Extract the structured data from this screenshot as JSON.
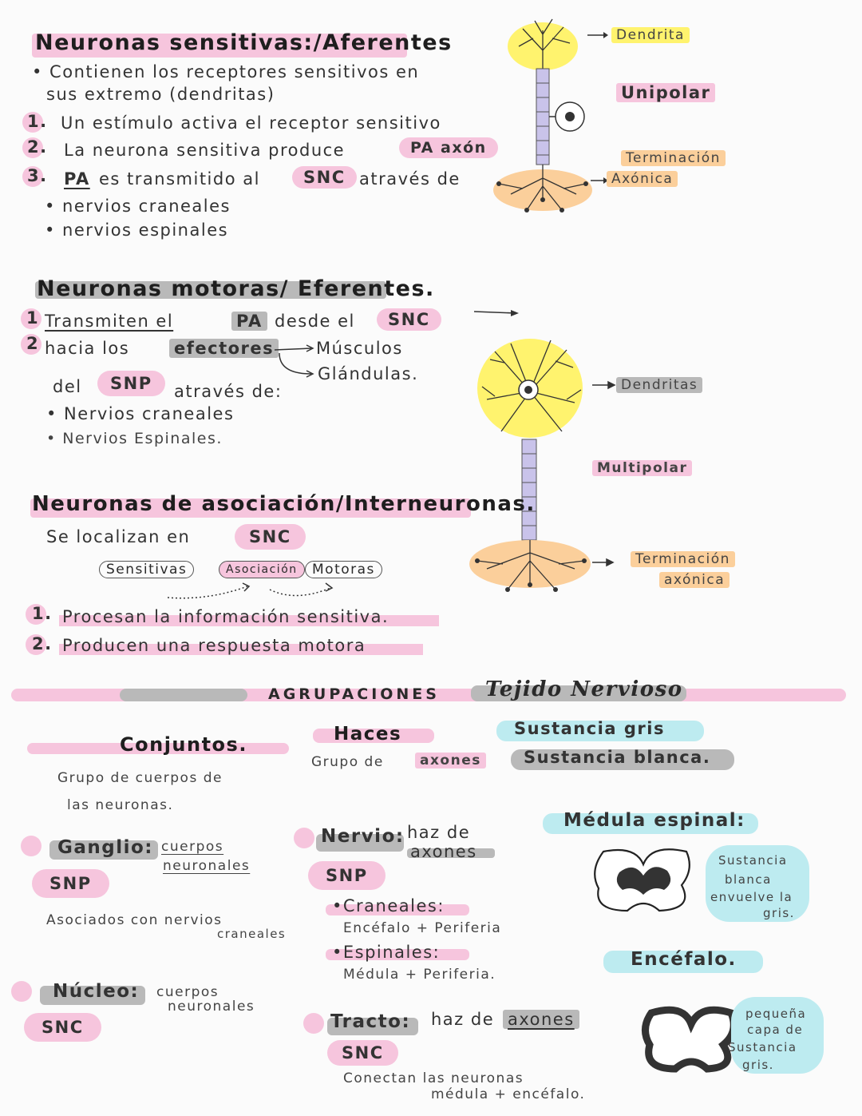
{
  "sensitivas": {
    "title": "Neuronas sensitivas:/Aferentes",
    "intro1": "• Contienen los receptores sensitivos en",
    "intro2": "sus extremo (dendritas)",
    "s1_num": "1.",
    "s1": "Un estímulo activa el receptor sensitivo",
    "s2_num": "2.",
    "s2": "La neurona sensitiva produce",
    "s2_hl": "PA axón",
    "s3_num": "3.",
    "s3_a": "PA",
    "s3_b": "es transmitido al",
    "s3_c": "SNC",
    "s3_d": "através de",
    "bullet1": "• nervios craneales",
    "bullet2": "• nervios espinales"
  },
  "unipolar_diagram": {
    "dendrita": "Dendrita",
    "type": "Unipolar",
    "term1": "Terminación",
    "term2": "Axónica"
  },
  "motoras": {
    "title": "Neuronas motoras/ Eferentes.",
    "l1_num": "1",
    "l1_a": "Transmiten el",
    "l1_b": "PA",
    "l1_c": "desde el",
    "l1_d": "SNC",
    "l2_num": "2",
    "l2_a": "hacia los",
    "l2_b": "efectores",
    "target1": "Músculos",
    "target2": "Glándulas.",
    "del": "del",
    "snp": "SNP",
    "atraves": "através de:",
    "bullet1": "• Nervios craneales",
    "bullet2": "• Nervios Espinales."
  },
  "multipolar_diagram": {
    "dendritas": "Dendritas",
    "type": "Multipolar",
    "term1": "Terminación",
    "term2": "axónica"
  },
  "asociacion": {
    "title": "Neuronas de asociación/Interneuronas.",
    "loc_a": "Se localizan en",
    "loc_b": "SNC",
    "oval1": "Sensitivas",
    "oval2": "Asociación",
    "oval3": "Motoras",
    "p1_num": "1.",
    "p1": "Procesan la información sensitiva.",
    "p2_num": "2.",
    "p2": "Producen una respuesta motora"
  },
  "agrupaciones": {
    "title_a": "AGRUPACIONES",
    "title_b": "Tejido Nervioso",
    "conjuntos": "Conjuntos.",
    "conjuntos_desc1": "Grupo de cuerpos de",
    "conjuntos_desc2": "las neuronas.",
    "haces": "Haces",
    "haces_desc_a": "Grupo de",
    "haces_desc_b": "axones",
    "sust_gris": "Sustancia gris",
    "sust_blanca": "Sustancia blanca.",
    "ganglio": "Ganglio:",
    "ganglio_desc1": "cuerpos",
    "ganglio_desc2": "neuronales",
    "ganglio_badge": "SNP",
    "ganglio_note1": "Asociados con nervios",
    "ganglio_note2": "craneales",
    "nucleo": "Núcleo:",
    "nucleo_desc1": "cuerpos",
    "nucleo_desc2": "neuronales",
    "nucleo_badge": "SNC",
    "nervio": "Nervio:",
    "nervio_desc1": "haz de",
    "nervio_desc2": "axones",
    "nervio_badge": "SNP",
    "craneales": "•Craneales:",
    "craneales_desc": "Encéfalo + Periferia",
    "espinales": "•Espinales:",
    "espinales_desc": "Médula + Periferia.",
    "tracto": "Tracto:",
    "tracto_desc_a": "haz de",
    "tracto_desc_b": "axones",
    "tracto_badge": "SNC",
    "tracto_note1": "Conectan las neuronas",
    "tracto_note2": "médula + encéfalo.",
    "medula": "Médula espinal:",
    "medula_note1": "Sustancia",
    "medula_note2": "blanca",
    "medula_note3": "envuelve la",
    "medula_note4": "gris.",
    "encefalo": "Encéfalo.",
    "encefalo_note1": "pequeña",
    "encefalo_note2": "capa de",
    "encefalo_note3": "Sustancia",
    "encefalo_note4": "gris."
  }
}
